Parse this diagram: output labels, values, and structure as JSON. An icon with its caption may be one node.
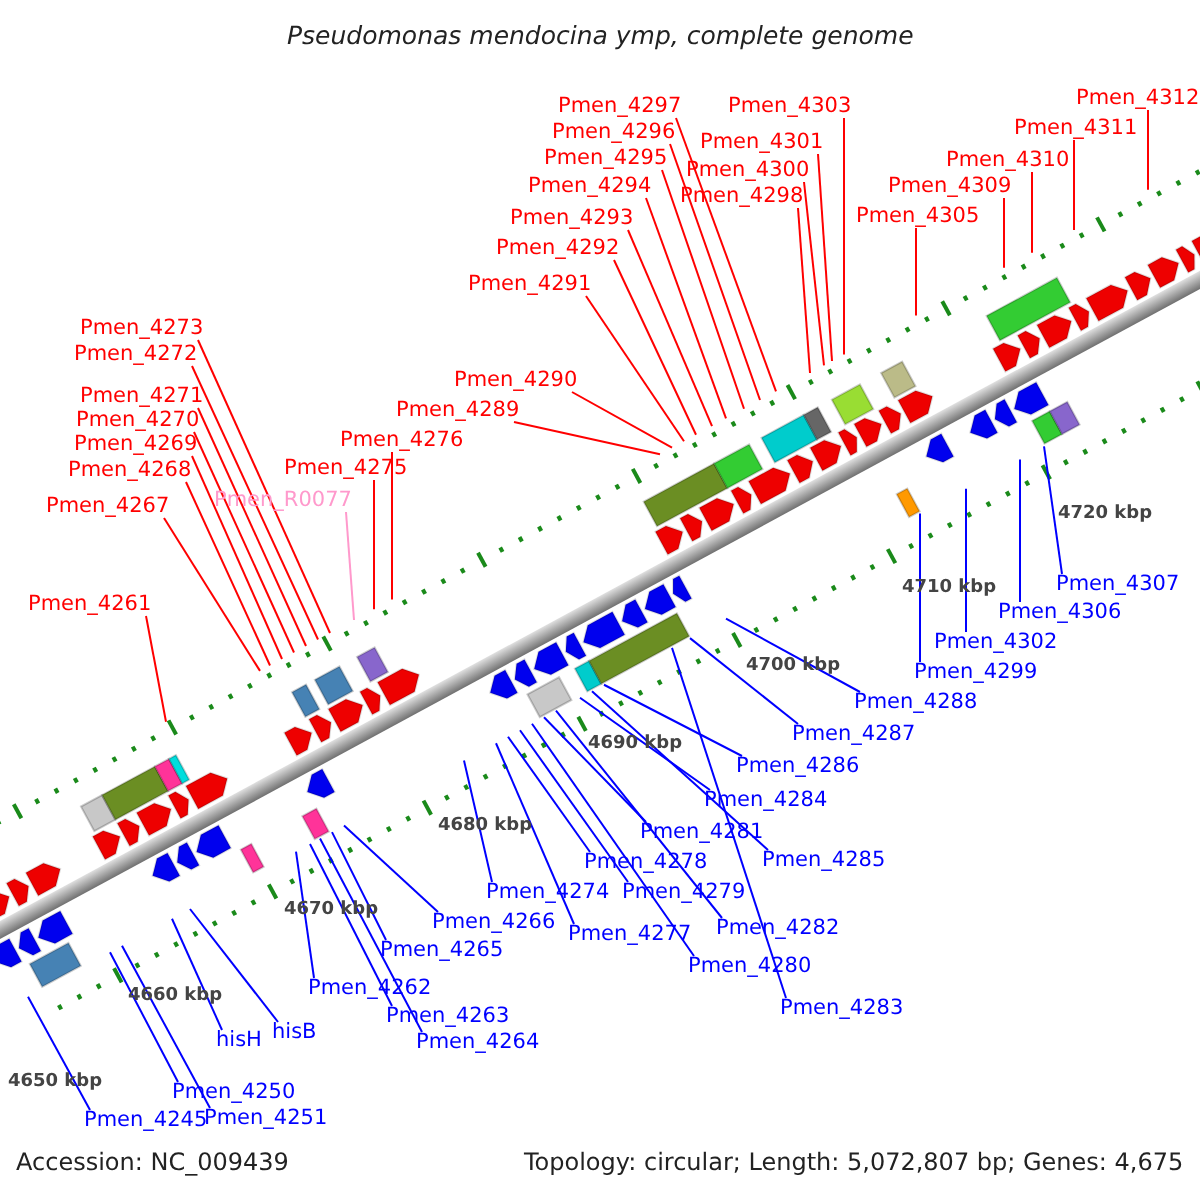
{
  "diagram": {
    "title": "Pseudomonas mendocina ymp, complete genome",
    "nodes": [
      {
        "text": [
          "Pmen_4261"
        ]
      },
      {
        "text": [
          "Pmen_4267"
        ]
      },
      {
        "text": [
          "Pmen_4268"
        ]
      },
      {
        "text": [
          "Pmen_4269"
        ]
      },
      {
        "text": [
          "Pmen_4270"
        ]
      },
      {
        "text": [
          "Pmen_4271"
        ]
      },
      {
        "text": [
          "Pmen_4272"
        ]
      },
      {
        "text": [
          "Pmen_4273"
        ]
      },
      {
        "text": [
          "Pmen_R0077"
        ]
      },
      {
        "text": [
          "Pmen_4275"
        ]
      },
      {
        "text": [
          "Pmen_4276"
        ]
      },
      {
        "text": [
          "Pmen_4289"
        ]
      },
      {
        "text": [
          "Pmen_4290"
        ]
      },
      {
        "text": [
          "Pmen_4291"
        ]
      },
      {
        "text": [
          "Pmen_4292"
        ]
      },
      {
        "text": [
          "Pmen_4293"
        ]
      },
      {
        "text": [
          "Pmen_4294"
        ]
      },
      {
        "text": [
          "Pmen_4295"
        ]
      },
      {
        "text": [
          "Pmen_4296"
        ]
      },
      {
        "text": [
          "Pmen_4297"
        ]
      },
      {
        "text": [
          "Pmen_4298"
        ]
      },
      {
        "text": [
          "Pmen_4300"
        ]
      },
      {
        "text": [
          "Pmen_4301"
        ]
      },
      {
        "text": [
          "Pmen_4303"
        ]
      },
      {
        "text": [
          "Pmen_4305"
        ]
      },
      {
        "text": [
          "Pmen_4309"
        ]
      },
      {
        "text": [
          "Pmen_4310"
        ]
      },
      {
        "text": [
          "Pmen_4311"
        ]
      },
      {
        "text": [
          "Pmen_4312"
        ]
      },
      {
        "text": [
          "Pmen_4245"
        ]
      },
      {
        "text": [
          "Pmen_4250"
        ]
      },
      {
        "text": [
          "Pmen_4251"
        ]
      },
      {
        "text": [
          "hisH"
        ]
      },
      {
        "text": [
          "hisB"
        ]
      },
      {
        "text": [
          "Pmen_4262"
        ]
      },
      {
        "text": [
          "Pmen_4263"
        ]
      },
      {
        "text": [
          "Pmen_4264"
        ]
      },
      {
        "text": [
          "Pmen_4265"
        ]
      },
      {
        "text": [
          "Pmen_4266"
        ]
      },
      {
        "text": [
          "Pmen_4274"
        ]
      },
      {
        "text": [
          "Pmen_4277"
        ]
      },
      {
        "text": [
          "Pmen_4278"
        ]
      },
      {
        "text": [
          "Pmen_4279"
        ]
      },
      {
        "text": [
          "Pmen_4280"
        ]
      },
      {
        "text": [
          "Pmen_4281"
        ]
      },
      {
        "text": [
          "Pmen_4282"
        ]
      },
      {
        "text": [
          "Pmen_4283"
        ]
      },
      {
        "text": [
          "Pmen_4284"
        ]
      },
      {
        "text": [
          "Pmen_4285"
        ]
      },
      {
        "text": [
          "Pmen_4286"
        ]
      },
      {
        "text": [
          "Pmen_4287"
        ]
      },
      {
        "text": [
          "Pmen_4288"
        ]
      },
      {
        "text": [
          "Pmen_4299"
        ]
      },
      {
        "text": [
          "Pmen_4302"
        ]
      },
      {
        "text": [
          "Pmen_4306"
        ]
      },
      {
        "text": [
          "Pmen_4307"
        ]
      }
    ],
    "edges": [
      {
        "from": 0,
        "to": null,
        "arrow": "none"
      },
      {
        "from": 1,
        "to": null,
        "arrow": "none"
      },
      {
        "from": 2,
        "to": null,
        "arrow": "none"
      },
      {
        "from": 3,
        "to": null,
        "arrow": "none"
      },
      {
        "from": 4,
        "to": null,
        "arrow": "none"
      },
      {
        "from": 5,
        "to": null,
        "arrow": "none"
      },
      {
        "from": 6,
        "to": null,
        "arrow": "none"
      },
      {
        "from": 7,
        "to": null,
        "arrow": "none"
      },
      {
        "from": 8,
        "to": null,
        "arrow": "none",
        "color": "#ff99cc"
      },
      {
        "from": 9,
        "to": null,
        "arrow": "none"
      },
      {
        "from": 10,
        "to": null,
        "arrow": "none"
      },
      {
        "from": 11,
        "to": null,
        "arrow": "none"
      },
      {
        "from": 12,
        "to": null,
        "arrow": "none"
      },
      {
        "from": 13,
        "to": null,
        "arrow": "none"
      },
      {
        "from": 14,
        "to": null,
        "arrow": "none"
      },
      {
        "from": 15,
        "to": null,
        "arrow": "none"
      },
      {
        "from": 16,
        "to": null,
        "arrow": "none"
      },
      {
        "from": 17,
        "to": null,
        "arrow": "none"
      },
      {
        "from": 18,
        "to": null,
        "arrow": "none"
      },
      {
        "from": 19,
        "to": null,
        "arrow": "none"
      },
      {
        "from": 20,
        "to": null,
        "arrow": "none"
      },
      {
        "from": 21,
        "to": null,
        "arrow": "none"
      },
      {
        "from": 22,
        "to": null,
        "arrow": "none"
      },
      {
        "from": 23,
        "to": null,
        "arrow": "none"
      },
      {
        "from": 24,
        "to": null,
        "arrow": "none"
      },
      {
        "from": 25,
        "to": null,
        "arrow": "none"
      },
      {
        "from": 26,
        "to": null,
        "arrow": "none"
      },
      {
        "from": 27,
        "to": null,
        "arrow": "none"
      },
      {
        "from": 28,
        "to": null,
        "arrow": "none"
      },
      {
        "from": 29,
        "to": null,
        "arrow": "none",
        "color": "#0000ff"
      },
      {
        "from": 30,
        "to": null,
        "arrow": "none",
        "color": "#0000ff"
      },
      {
        "from": 31,
        "to": null,
        "arrow": "none",
        "color": "#0000ff"
      },
      {
        "from": 32,
        "to": null,
        "arrow": "none",
        "color": "#0000ff"
      },
      {
        "from": 33,
        "to": null,
        "arrow": "none",
        "color": "#0000ff"
      },
      {
        "from": 34,
        "to": null,
        "arrow": "none",
        "color": "#0000ff"
      },
      {
        "from": 35,
        "to": null,
        "arrow": "none",
        "color": "#0000ff"
      },
      {
        "from": 36,
        "to": null,
        "arrow": "none",
        "color": "#0000ff"
      },
      {
        "from": 37,
        "to": null,
        "arrow": "none",
        "color": "#0000ff"
      },
      {
        "from": 38,
        "to": null,
        "arrow": "none",
        "color": "#0000ff"
      },
      {
        "from": 39,
        "to": null,
        "arrow": "none",
        "color": "#0000ff"
      },
      {
        "from": 40,
        "to": null,
        "arrow": "none",
        "color": "#0000ff"
      },
      {
        "from": 41,
        "to": null,
        "arrow": "none",
        "color": "#0000ff"
      },
      {
        "from": 42,
        "to": null,
        "arrow": "none",
        "color": "#0000ff"
      },
      {
        "from": 43,
        "to": null,
        "arrow": "none",
        "color": "#0000ff"
      },
      {
        "from": 44,
        "to": null,
        "arrow": "none",
        "color": "#0000ff"
      },
      {
        "from": 45,
        "to": null,
        "arrow": "none",
        "color": "#0000ff"
      },
      {
        "from": 46,
        "to": null,
        "arrow": "none",
        "color": "#0000ff"
      },
      {
        "from": 47,
        "to": null,
        "arrow": "none",
        "color": "#0000ff"
      },
      {
        "from": 48,
        "to": null,
        "arrow": "none",
        "color": "#0000ff"
      },
      {
        "from": 49,
        "to": null,
        "arrow": "none",
        "color": "#0000ff"
      },
      {
        "from": 50,
        "to": null,
        "arrow": "none",
        "color": "#0000ff"
      },
      {
        "from": 51,
        "to": null,
        "arrow": "none",
        "color": "#0000ff"
      },
      {
        "from": 52,
        "to": null,
        "arrow": "none",
        "color": "#0000ff"
      },
      {
        "from": 53,
        "to": null,
        "arrow": "none",
        "color": "#0000ff"
      },
      {
        "from": 54,
        "to": null,
        "arrow": "none",
        "color": "#0000ff"
      },
      {
        "from": 55,
        "to": null,
        "arrow": "none",
        "color": "#0000ff"
      }
    ],
    "labels": [
      "4650 kbp",
      "4660 kbp",
      "4670 kbp",
      "4680 kbp",
      "4690 kbp",
      "4700 kbp",
      "4710 kbp",
      "4720 kbp",
      "Accession: NC_009439",
      "Topology: circular; Length: 5,072,807 bp; Genes: 4,675"
    ]
  }
}
